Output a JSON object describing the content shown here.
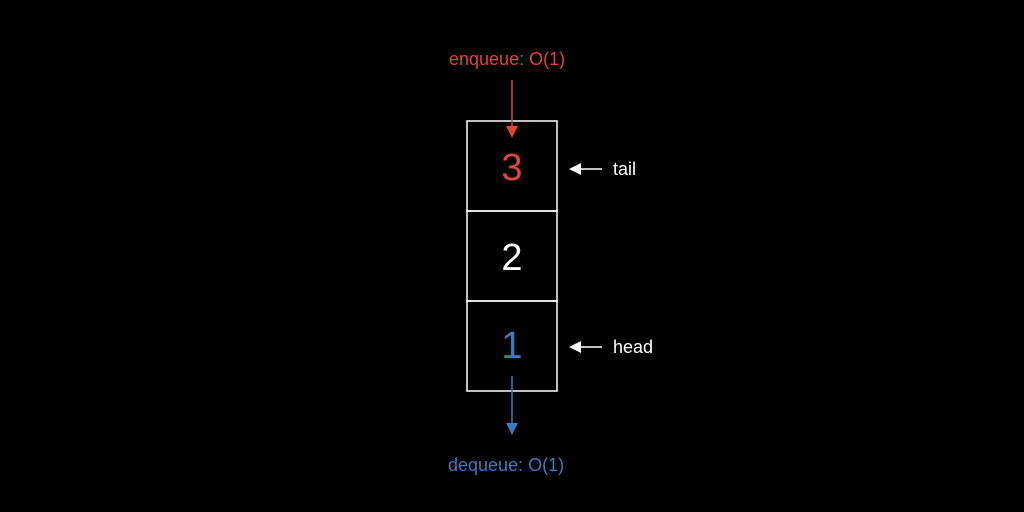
{
  "colors": {
    "background": "#000000",
    "stroke": "#ffffff",
    "enqueue": "#e0443a",
    "dequeue": "#3f78bf",
    "text": "#ffffff"
  },
  "enqueue_label": "enqueue: O(1)",
  "dequeue_label": "dequeue: O(1)",
  "cells": [
    {
      "value": "3",
      "role": "tail"
    },
    {
      "value": "2",
      "role": ""
    },
    {
      "value": "1",
      "role": "head"
    }
  ],
  "pointers": {
    "tail": "tail",
    "head": "head"
  }
}
